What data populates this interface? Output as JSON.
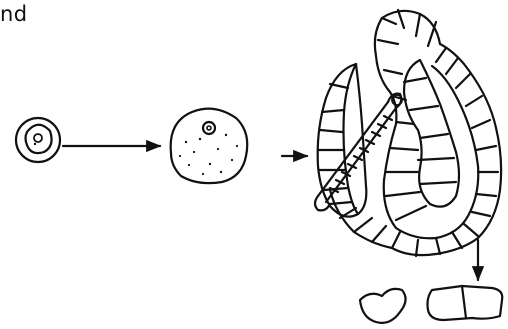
{
  "caption_fragment": "nd",
  "palette": {
    "ink": "#111111",
    "paper": "#ffffff"
  },
  "figure": {
    "stages": [
      {
        "name": "single-cell"
      },
      {
        "name": "cell-mass"
      },
      {
        "name": "coiled-cell-filament"
      },
      {
        "name": "fragments"
      }
    ]
  }
}
